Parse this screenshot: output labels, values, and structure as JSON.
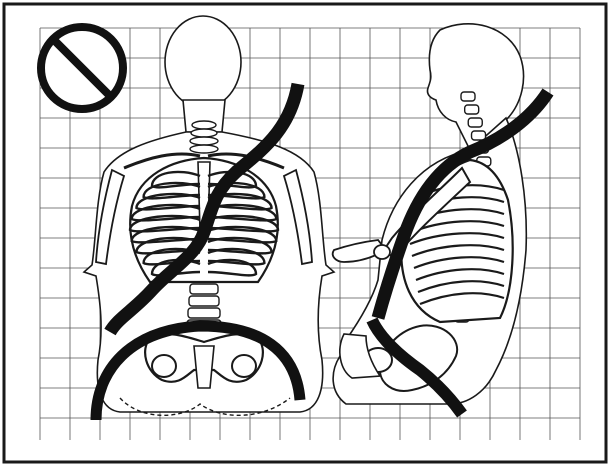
{
  "figure": {
    "prohibition_icon": "no-entry-circle-slash",
    "panels": [
      {
        "view": "front",
        "belt_routing": "s-shaped-diagonal-with-lap-belt"
      },
      {
        "view": "side",
        "belt_routing": "diagonal-over-shoulder"
      }
    ]
  },
  "colors": {
    "ink": "#1a1a1a",
    "paper": "#ffffff",
    "grid": "#555555",
    "belt": "#111111"
  }
}
